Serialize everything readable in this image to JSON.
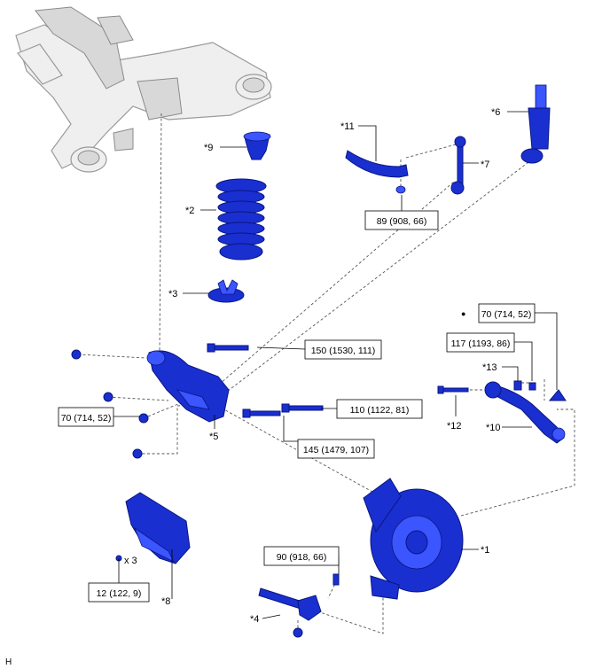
{
  "labels": {
    "p1": "*1",
    "p2": "*2",
    "p3": "*3",
    "p4": "*4",
    "p5": "*5",
    "p6": "*6",
    "p7": "*7",
    "p8": "*8",
    "p9": "*9",
    "p10": "*10",
    "p11": "*11",
    "p12": "*12",
    "p13": "*13",
    "x3": "x 3",
    "corner": "H",
    "bullet": "●"
  },
  "torque": {
    "t_89": "89 (908, 66)",
    "t_70a": "70 (714, 52)",
    "t_117": "117 (1193, 86)",
    "t_150": "150 (1530, 111)",
    "t_110": "110 (1122, 81)",
    "t_70b": "70 (714, 52)",
    "t_145": "145 (1479, 107)",
    "t_90": "90 (918, 66)",
    "t_12": "12 (122, 9)"
  },
  "colors": {
    "part": "#1a2fd0",
    "frame": "#efefef",
    "leader": "#000000"
  }
}
